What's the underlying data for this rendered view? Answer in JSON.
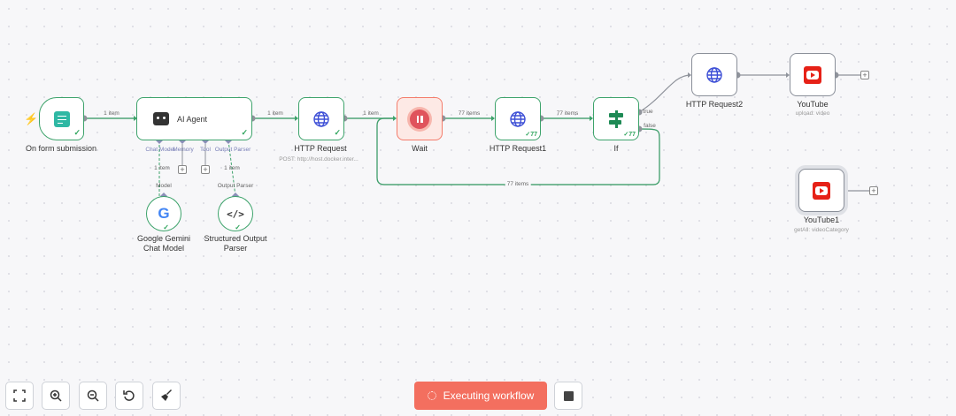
{
  "nodes": {
    "form": {
      "label": "On form submission"
    },
    "agent": {
      "label": "AI Agent"
    },
    "http": {
      "label": "HTTP Request",
      "sub": "POST: http://host.docker.inter..."
    },
    "wait": {
      "label": "Wait"
    },
    "http1": {
      "label": "HTTP Request1",
      "count": "77"
    },
    "if": {
      "label": "If",
      "count": "77",
      "true_label": "true",
      "false_label": "false"
    },
    "http2": {
      "label": "HTTP Request2"
    },
    "youtube": {
      "label": "YouTube",
      "sub": "upload: video"
    },
    "youtube1": {
      "label": "YouTube1",
      "sub": "getAll: videoCategory"
    },
    "gemini": {
      "label": "Google Gemini Chat Model"
    },
    "parser": {
      "label": "Structured Output Parser"
    }
  },
  "agent_ports": {
    "chat_model": "Chat Model",
    "memory": "Memory",
    "tool": "Tool",
    "output_parser": "Output Parser"
  },
  "edges": {
    "e1": "1 item",
    "e2": "1 item",
    "e3": "1 item",
    "e4": "77 items",
    "e5": "77 items",
    "loop": "77 items",
    "model_count": "1 item",
    "model_label": "Model",
    "parser_count": "1 item",
    "parser_label": "Output Parser"
  },
  "toolbar": {
    "execute_label": "Executing workflow"
  },
  "colors": {
    "success": "#3da36b",
    "accent": "#f36f5f",
    "waiting": "#f47c6b",
    "icon": "#3d4fd6"
  }
}
